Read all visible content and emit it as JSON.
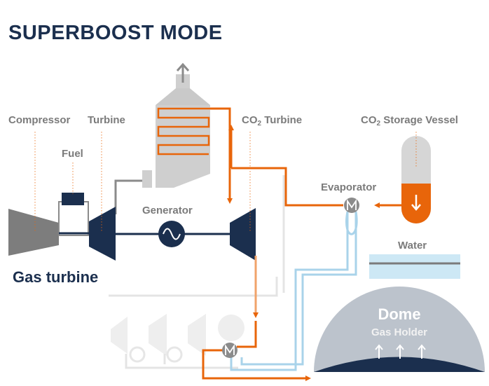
{
  "title": "SUPERBOOST MODE",
  "labels": {
    "compressor": "Compressor",
    "turbine": "Turbine",
    "fuel": "Fuel",
    "generator": "Generator",
    "gas_turbine": "Gas turbine",
    "co2_turbine_prefix": "CO",
    "co2_turbine_sub": "2",
    "co2_turbine_suffix": " Turbine",
    "storage_prefix": "CO",
    "storage_sub": "2",
    "storage_suffix": " Storage Vessel",
    "evaporator": "Evaporator",
    "water": "Water",
    "dome": "Dome",
    "gas_holder": "Gas Holder"
  },
  "colors": {
    "navy": "#1b2f4e",
    "orange": "#e8650a",
    "light_orange": "#f0a36a",
    "light_blue": "#a9d3ea",
    "gray": "#7b7b7b",
    "dome_gray": "#bcc3cc"
  },
  "icons": {
    "exhaust": "arrow-up-icon",
    "generator": "sine-wave-icon",
    "pump": "pump-icon",
    "storage_flow": "arrow-down-icon",
    "gas_flow": "arrow-up-icon"
  }
}
